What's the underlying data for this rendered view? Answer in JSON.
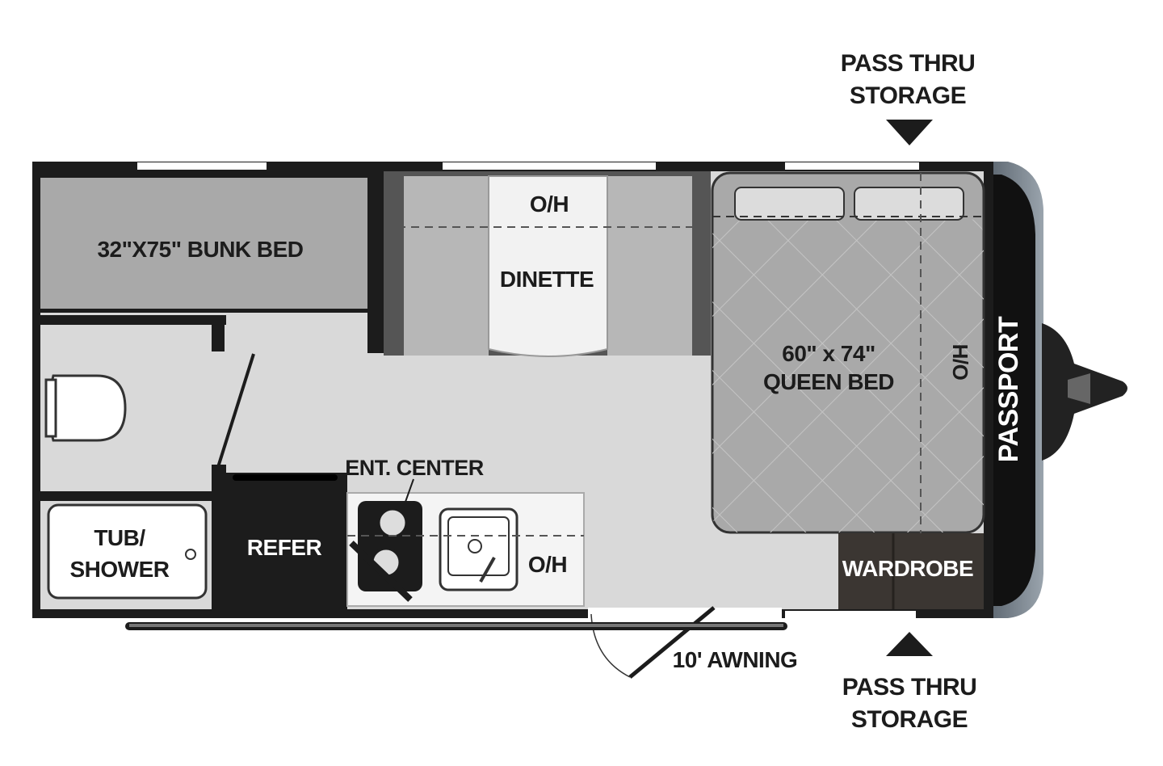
{
  "labels": {
    "pass_thru_top_1": "PASS THRU",
    "pass_thru_top_2": "STORAGE",
    "pass_thru_bottom_1": "PASS THRU",
    "pass_thru_bottom_2": "STORAGE",
    "bunk_bed": "32\"X75\" BUNK BED",
    "overhead_dinette": "O/H",
    "dinette": "DINETTE",
    "queen_bed_1": "60\" x 74\"",
    "queen_bed_2": "QUEEN BED",
    "overhead_bed": "H/O",
    "ent_center": "ENT. CENTER",
    "tub_1": "TUB/",
    "tub_2": "SHOWER",
    "refer": "REFER",
    "overhead_kitchen": "O/H",
    "wardrobe": "WARDROBE",
    "awning": "10' AWNING",
    "brand": "PASSPORT"
  },
  "colors": {
    "wall": "#1c1c1c",
    "floor": "#d9d9d9",
    "bed": "#a9a9a9",
    "bench": "#b7b7b7",
    "wardrobe": "#3b3632",
    "cap": "#7a8590"
  }
}
